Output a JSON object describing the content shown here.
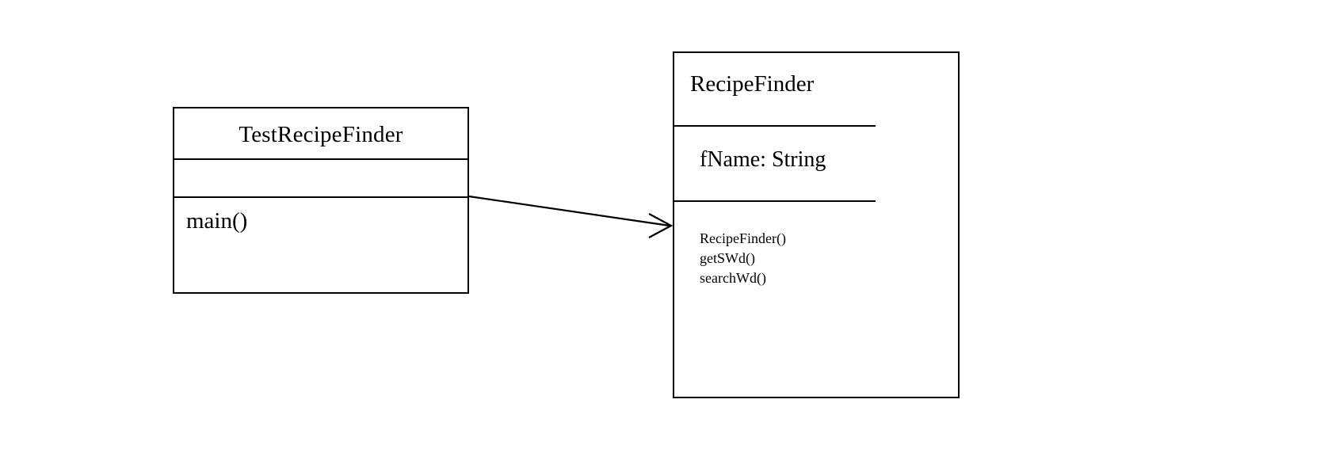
{
  "diagram": {
    "type": "uml-class-diagram",
    "background_color": "#ffffff",
    "line_color": "#000000",
    "classes": [
      {
        "id": "TestRecipeFinder",
        "name": "TestRecipeFinder",
        "name_align": "center",
        "attributes": [],
        "operations": [
          "main()"
        ]
      },
      {
        "id": "RecipeFinder",
        "name": "RecipeFinder",
        "name_align": "left",
        "attributes": [
          "fName: String"
        ],
        "operations": [
          "RecipeFinder()",
          "getSWd()",
          "searchWd()"
        ]
      }
    ],
    "relationships": [
      {
        "id": "dependency-test-to-recipe",
        "kind": "association",
        "arrowhead": "open",
        "label": "",
        "from": "TestRecipeFinder",
        "to": "RecipeFinder"
      }
    ]
  }
}
